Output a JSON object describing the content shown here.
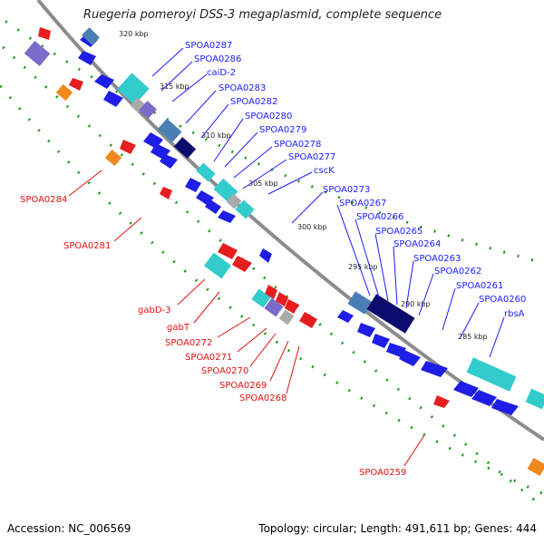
{
  "title": "Ruegeria pomeroyi DSS-3 megaplasmid, complete sequence",
  "footer": {
    "accession": "Accession: NC_006569",
    "summary": "Topology: circular; Length: 491,611 bp; Genes: 444"
  },
  "ticks": [
    "320 kbp",
    "315 kbp",
    "310 kbp",
    "305 kbp",
    "300 kbp",
    "295 kbp",
    "290 kbp",
    "285 kbp"
  ],
  "blue_labels": [
    "SPOA0287",
    "SPOA0286",
    "caiD-2",
    "SPOA0283",
    "SPOA0282",
    "SPOA0280",
    "SPOA0279",
    "SPOA0278",
    "SPOA0277",
    "cscK",
    "SPOA0273",
    "SPOA0267",
    "SPOA0266",
    "SPOA0265",
    "SPOA0264",
    "SPOA0263",
    "SPOA0262",
    "SPOA0261",
    "SPOA0260",
    "rbsA"
  ],
  "red_labels": [
    "SPOA0284",
    "SPOA0281",
    "gabD-3",
    "gabT",
    "SPOA0272",
    "SPOA0271",
    "SPOA0270",
    "SPOA0269",
    "SPOA0268",
    "SPOA0259"
  ],
  "colors": {
    "backbone": "#8c8c8c",
    "forward_strand": "#1e1ee6",
    "reverse_strand": "#e61e1e",
    "cog_cyan": "#33cccc",
    "cog_steel": "#4a7fb5",
    "cog_navy": "#0c0c6e",
    "cog_purple": "#7a6cc8",
    "cog_orange": "#f08a1e",
    "cog_grey": "#aaaaaa",
    "gc_dots": "#229922"
  }
}
